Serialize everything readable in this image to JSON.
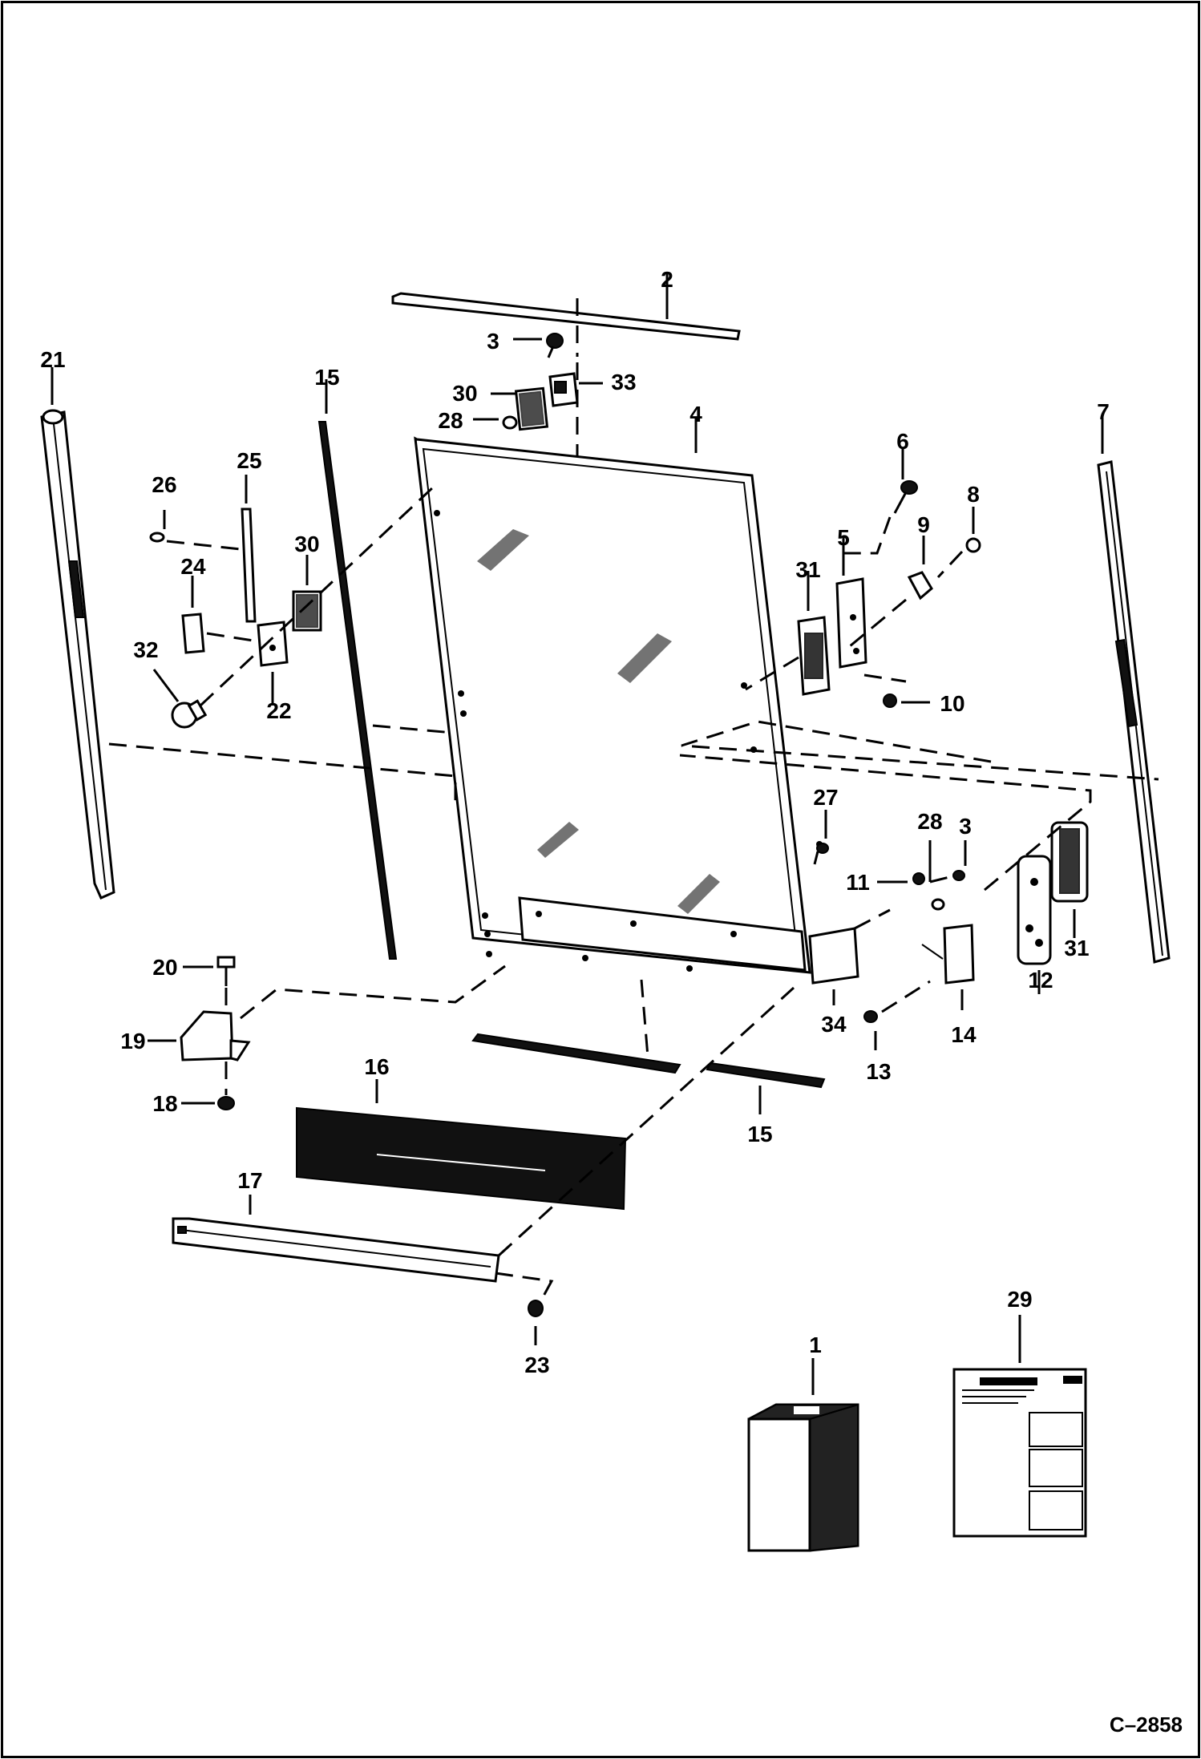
{
  "drawing_code": "C–2858",
  "callouts": [
    {
      "id": "c1",
      "text": "1"
    },
    {
      "id": "c2",
      "text": "2"
    },
    {
      "id": "c3a",
      "text": "3"
    },
    {
      "id": "c3b",
      "text": "3"
    },
    {
      "id": "c4",
      "text": "4"
    },
    {
      "id": "c5",
      "text": "5"
    },
    {
      "id": "c6",
      "text": "6"
    },
    {
      "id": "c7",
      "text": "7"
    },
    {
      "id": "c8",
      "text": "8"
    },
    {
      "id": "c9",
      "text": "9"
    },
    {
      "id": "c10",
      "text": "10"
    },
    {
      "id": "c11",
      "text": "11"
    },
    {
      "id": "c12",
      "text": "12"
    },
    {
      "id": "c13",
      "text": "13"
    },
    {
      "id": "c14",
      "text": "14"
    },
    {
      "id": "c15a",
      "text": "15"
    },
    {
      "id": "c15b",
      "text": "15"
    },
    {
      "id": "c16",
      "text": "16"
    },
    {
      "id": "c17",
      "text": "17"
    },
    {
      "id": "c18",
      "text": "18"
    },
    {
      "id": "c19",
      "text": "19"
    },
    {
      "id": "c20",
      "text": "20"
    },
    {
      "id": "c21",
      "text": "21"
    },
    {
      "id": "c22",
      "text": "22"
    },
    {
      "id": "c23",
      "text": "23"
    },
    {
      "id": "c24",
      "text": "24"
    },
    {
      "id": "c25",
      "text": "25"
    },
    {
      "id": "c26",
      "text": "26"
    },
    {
      "id": "c27",
      "text": "27"
    },
    {
      "id": "c28a",
      "text": "28"
    },
    {
      "id": "c28b",
      "text": "28"
    },
    {
      "id": "c29",
      "text": "29"
    },
    {
      "id": "c30a",
      "text": "30"
    },
    {
      "id": "c30b",
      "text": "30"
    },
    {
      "id": "c31a",
      "text": "31"
    },
    {
      "id": "c31b",
      "text": "31"
    },
    {
      "id": "c32",
      "text": "32"
    },
    {
      "id": "c33",
      "text": "33"
    },
    {
      "id": "c34",
      "text": "34"
    }
  ]
}
